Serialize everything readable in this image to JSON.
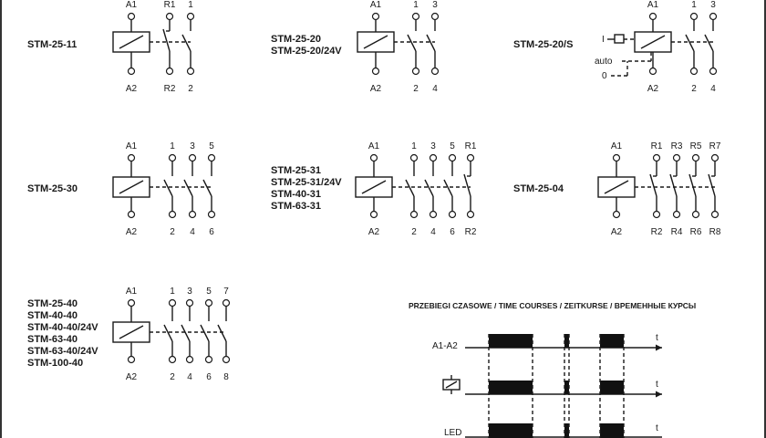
{
  "blocks": [
    {
      "id": "stm-25-11",
      "models": [
        "STM-25-11"
      ],
      "contacts": [
        {
          "top": "R1",
          "bottom": "R2",
          "type": "nc"
        },
        {
          "top": "1",
          "bottom": "2",
          "type": "no"
        }
      ]
    },
    {
      "id": "stm-25-20",
      "models": [
        "STM-25-20",
        "STM-25-20/24V"
      ],
      "contacts": [
        {
          "top": "1",
          "bottom": "2",
          "type": "no"
        },
        {
          "top": "3",
          "bottom": "4",
          "type": "no"
        }
      ]
    },
    {
      "id": "stm-25-20s",
      "models": [
        "STM-25-20/S"
      ],
      "contacts": [
        {
          "top": "1",
          "bottom": "2",
          "type": "no"
        },
        {
          "top": "3",
          "bottom": "4",
          "type": "no"
        }
      ],
      "switch": {
        "I": "I",
        "auto": "auto",
        "zero": "0"
      }
    },
    {
      "id": "stm-25-30",
      "models": [
        "STM-25-30"
      ],
      "contacts": [
        {
          "top": "1",
          "bottom": "2",
          "type": "no"
        },
        {
          "top": "3",
          "bottom": "4",
          "type": "no"
        },
        {
          "top": "5",
          "bottom": "6",
          "type": "no"
        }
      ]
    },
    {
      "id": "stm-25-31",
      "models": [
        "STM-25-31",
        "STM-25-31/24V",
        "STM-40-31",
        "STM-63-31"
      ],
      "contacts": [
        {
          "top": "1",
          "bottom": "2",
          "type": "no"
        },
        {
          "top": "3",
          "bottom": "4",
          "type": "no"
        },
        {
          "top": "5",
          "bottom": "6",
          "type": "no"
        },
        {
          "top": "R1",
          "bottom": "R2",
          "type": "nc"
        }
      ]
    },
    {
      "id": "stm-25-04",
      "models": [
        "STM-25-04"
      ],
      "contacts": [
        {
          "top": "R1",
          "bottom": "R2",
          "type": "nc"
        },
        {
          "top": "R3",
          "bottom": "R4",
          "type": "nc"
        },
        {
          "top": "R5",
          "bottom": "R6",
          "type": "nc"
        },
        {
          "top": "R7",
          "bottom": "R8",
          "type": "nc"
        }
      ]
    },
    {
      "id": "stm-25-40",
      "models": [
        "STM-25-40",
        "STM-40-40",
        "STM-40-40/24V",
        "STM-63-40",
        "STM-63-40/24V",
        "STM-100-40"
      ],
      "contacts": [
        {
          "top": "1",
          "bottom": "2",
          "type": "no"
        },
        {
          "top": "3",
          "bottom": "4",
          "type": "no"
        },
        {
          "top": "5",
          "bottom": "6",
          "type": "no"
        },
        {
          "top": "7",
          "bottom": "8",
          "type": "no"
        }
      ]
    }
  ],
  "coil": {
    "top": "A1",
    "bottom": "A2"
  },
  "time_courses": {
    "title": "PRZEBIEGI CZASOWE / TIME COURSES / ZEITKURSE / ВРЕМЕННЫЕ КУРСЫ",
    "rows": [
      {
        "label": "A1-A2",
        "axis": "t"
      },
      {
        "label": "",
        "axis": "t"
      },
      {
        "label": "LED",
        "axis": "t"
      }
    ]
  }
}
